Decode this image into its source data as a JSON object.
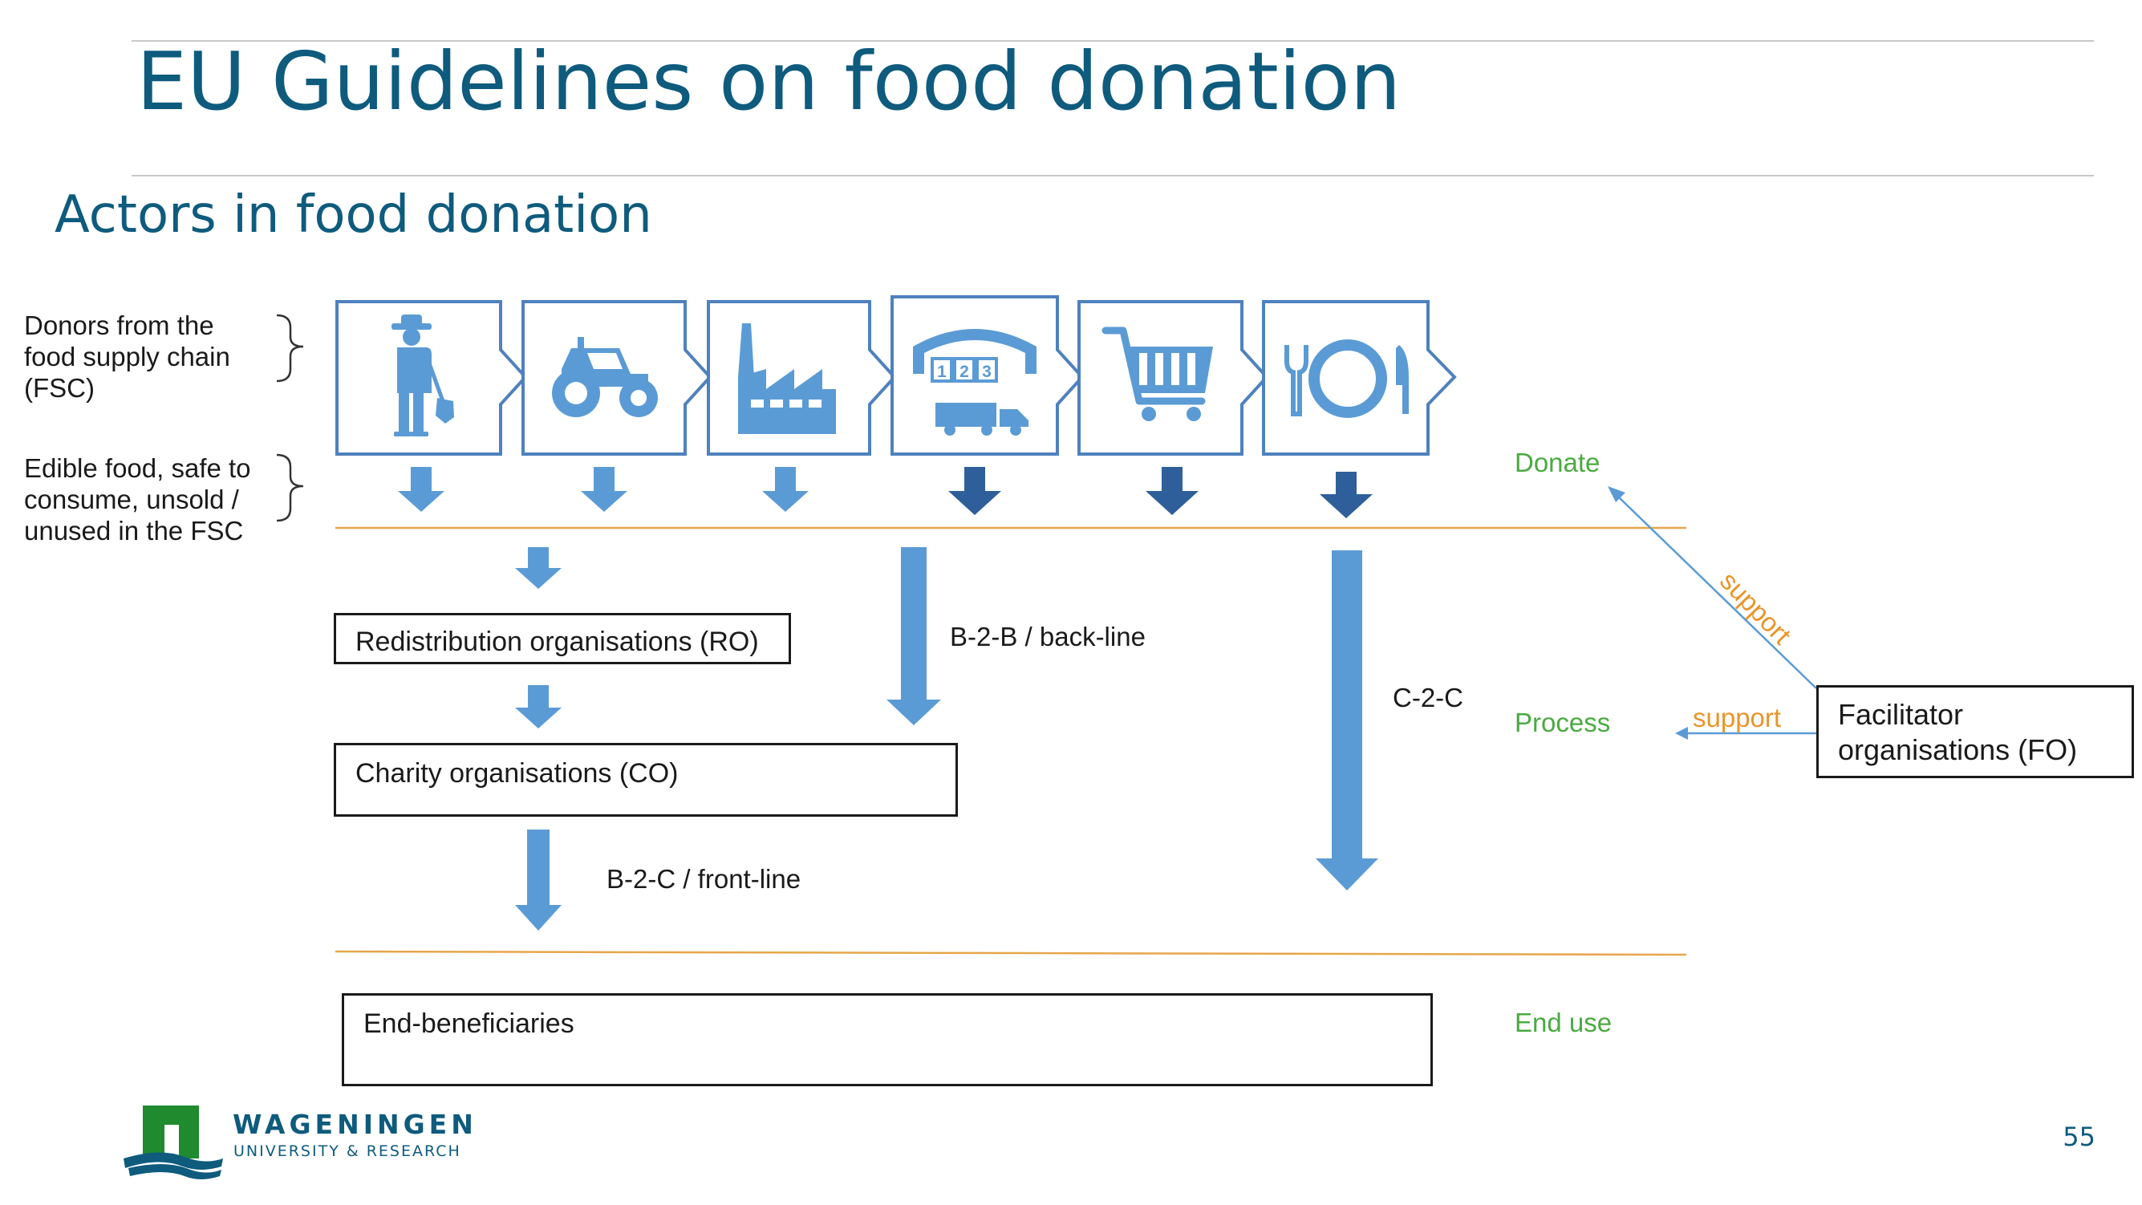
{
  "title": "EU Guidelines on food donation",
  "subtitle": "Actors in food donation",
  "left_labels": {
    "donors": [
      "Donors from the",
      "food supply chain",
      "(FSC)"
    ],
    "edible": [
      "Edible food, safe to",
      "consume, unsold /",
      "unused in the FSC"
    ]
  },
  "stages": {
    "donate": "Donate",
    "process": "Process",
    "end_use": "End use"
  },
  "boxes": {
    "ro": "Redistribution organisations (RO)",
    "co": "Charity organisations (CO)",
    "end": "End-beneficiaries",
    "fo": [
      "Facilitator",
      "organisations (FO)"
    ]
  },
  "flows": {
    "b2b": "B-2-B / back-line",
    "b2c": "B-2-C / front-line",
    "c2c": "C-2-C"
  },
  "support": {
    "upper": "support",
    "lower": "support"
  },
  "donor_icons": [
    "farmer-icon",
    "tractor-icon",
    "factory-icon",
    "warehouse-icon",
    "shopping-cart-icon",
    "plate-cutlery-icon"
  ],
  "warehouse_numbers": [
    "1",
    "2",
    "3"
  ],
  "logo": {
    "name": "WAGENINGEN",
    "tagline": "UNIVERSITY & RESEARCH"
  },
  "page_number": "55",
  "colors": {
    "title": "#0e5b7d",
    "icon_fill": "#5b9bd5",
    "icon_border": "#4f81bd",
    "arrow_light": "#5b9bd5",
    "arrow_dark": "#2e5f9a",
    "stage": "#4aaa42",
    "support": "#e8952a",
    "divider": "#e6a64a",
    "logo_green": "#1f8a2e"
  }
}
